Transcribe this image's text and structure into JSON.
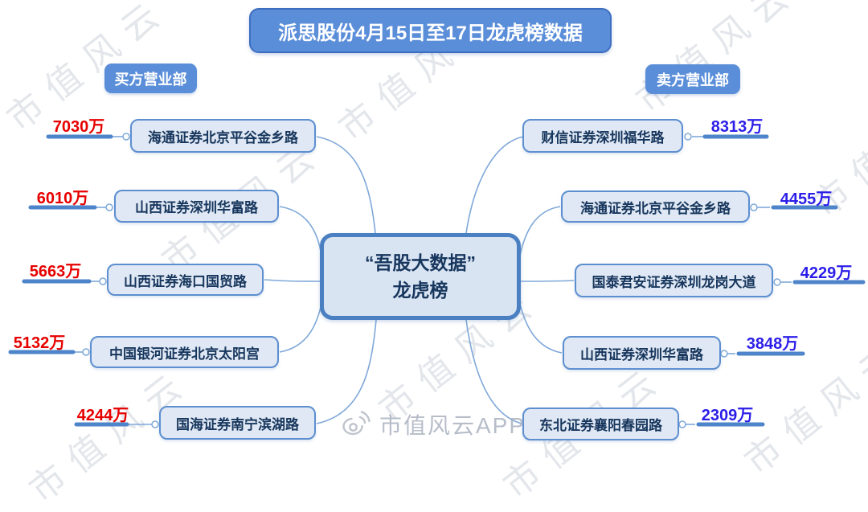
{
  "title": "派思股份4月15日至17日龙虎榜数据",
  "center_node": {
    "line1": "“吾股大数据”",
    "line2": "龙虎榜"
  },
  "buy_side": {
    "label": "买方营业部",
    "branches": [
      {
        "name": "海通证券北京平谷金乡路",
        "amount": "7030万"
      },
      {
        "name": "山西证券深圳华富路",
        "amount": "6010万"
      },
      {
        "name": "山西证券海口国贸路",
        "amount": "5663万"
      },
      {
        "name": "中国银河证券北京太阳宫",
        "amount": "5132万"
      },
      {
        "name": "国海证券南宁滨湖路",
        "amount": "4244万"
      }
    ]
  },
  "sell_side": {
    "label": "卖方营业部",
    "branches": [
      {
        "name": "财信证券深圳福华路",
        "amount": "8313万"
      },
      {
        "name": "海通证券北京平谷金乡路",
        "amount": "4455万"
      },
      {
        "name": "国泰君安证券深圳龙岗大道",
        "amount": "4229万"
      },
      {
        "name": "山西证券深圳华富路",
        "amount": "3848万"
      },
      {
        "name": "东北证券襄阳春园路",
        "amount": "2309万"
      }
    ]
  },
  "watermark": {
    "tile_text": "市值风云",
    "footer_text": "市值风云APP"
  },
  "colors": {
    "header_fill": "#5b8ed9",
    "header_border": "#3e6ec0",
    "node_fill": "#dfe8f4",
    "node_border": "#5d8fd0",
    "center_fill": "#d9e4f3",
    "center_border": "#4a7fc1",
    "text_navy": "#17365d",
    "buy_amount": "#e60000",
    "sell_amount": "#2b1ee8",
    "connector": "#7fa8d9",
    "bar": "#4e84c9",
    "watermark": "#aab2c0"
  }
}
